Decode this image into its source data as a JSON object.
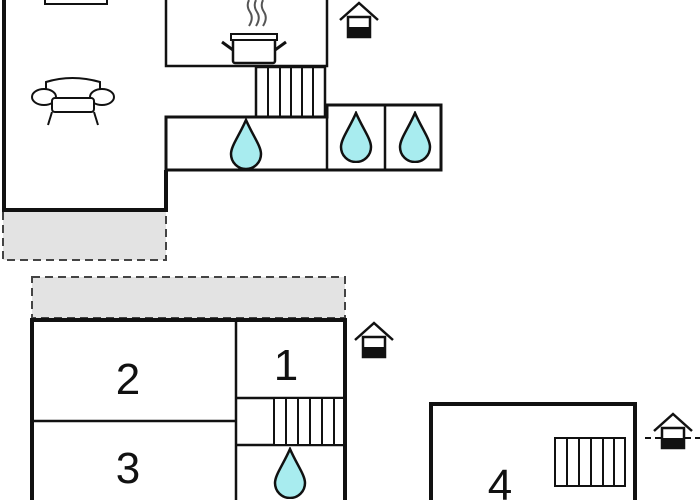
{
  "floorplan": {
    "rooms": [
      {
        "id": "room-2",
        "number": "2"
      },
      {
        "id": "room-3",
        "number": "3"
      },
      {
        "id": "room-1",
        "number": "1"
      },
      {
        "id": "room-4",
        "number": "4"
      }
    ],
    "colors": {
      "wall": "#111111",
      "terrace_fill": "#e3e3e3",
      "terrace_border": "#444444",
      "water": "#a8ecef",
      "background": "#ffffff"
    },
    "icons": [
      "house-entrance-icon",
      "water-drop-icon",
      "stairs-icon",
      "cooking-pot-icon",
      "sofa-icon"
    ]
  }
}
